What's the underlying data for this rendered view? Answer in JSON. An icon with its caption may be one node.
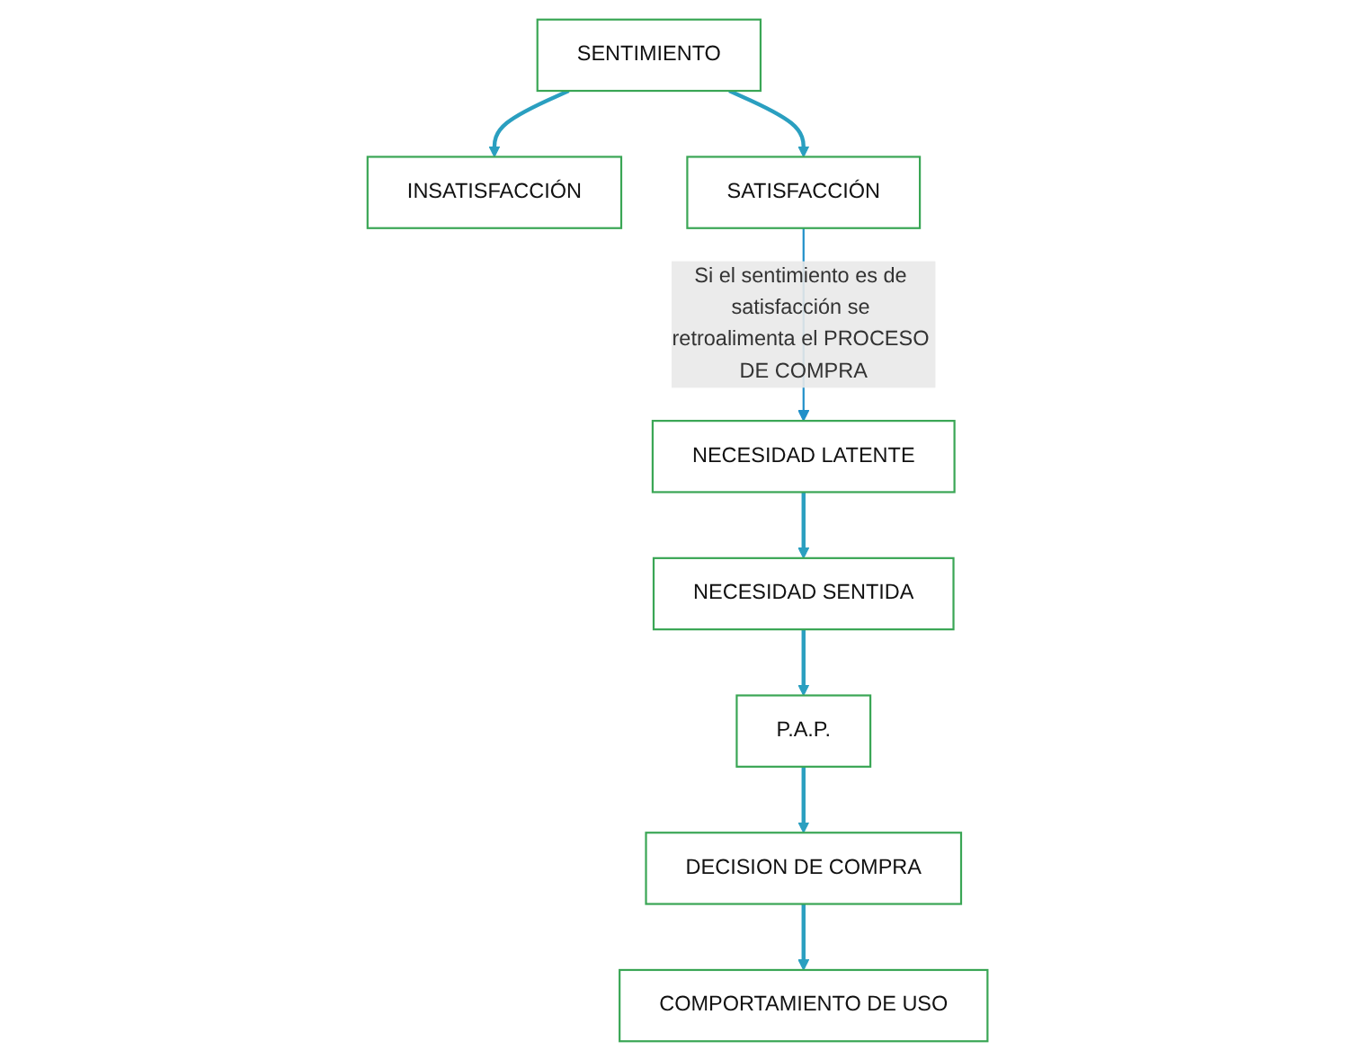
{
  "diagram": {
    "nodes": [
      {
        "text": [
          "NECESIDAD LATENTE"
        ]
      },
      {
        "text": [
          "NECESIDAD SENTIDA"
        ]
      },
      {
        "text": [
          "P.A.P."
        ]
      },
      {
        "text": [
          "DECISION DE COMPRA"
        ]
      },
      {
        "text": [
          "COMPORTAMIENTO DE USO"
        ]
      },
      {
        "text": [
          "INSATISFACCIÓN"
        ]
      },
      {
        "text": [
          "SENTIMIENTO"
        ]
      },
      {
        "text": [
          "SATISFACCIÓN"
        ]
      }
    ],
    "edges": [
      {
        "from": 0,
        "to": 1,
        "arrow": "to"
      },
      {
        "from": 1,
        "to": 2,
        "arrow": "to"
      },
      {
        "from": 2,
        "to": 3,
        "arrow": "to"
      },
      {
        "from": 3,
        "to": 4,
        "arrow": "to"
      },
      {
        "from": 6,
        "to": 5,
        "arrow": "to"
      },
      {
        "from": 6,
        "to": 7,
        "arrow": "to"
      },
      {
        "from": 7,
        "to": 0,
        "arrow": "to",
        "label": "Si el sentimiento es de satisfacción se retroalimenta el PROCESO DE COMPRA",
        "color": "#1f8fc9"
      }
    ]
  }
}
